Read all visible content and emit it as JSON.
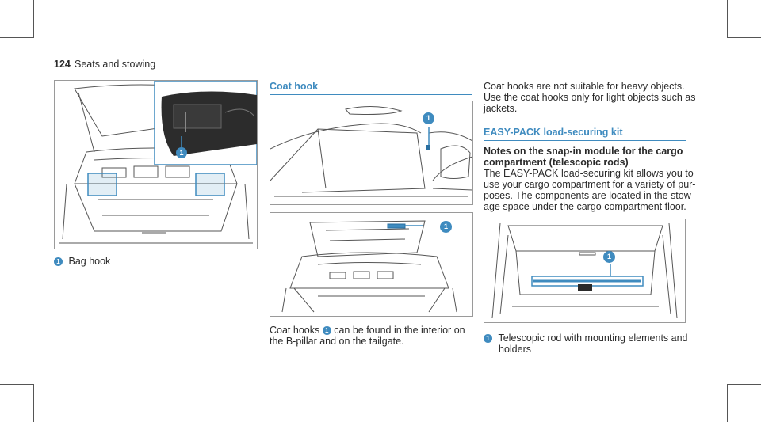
{
  "page": {
    "number": "124",
    "section": "Seats and stowing"
  },
  "left": {
    "figure_badge": "1",
    "caption_badge": "1",
    "caption": "Bag hook"
  },
  "middle": {
    "heading": "Coat hook",
    "figure1_badge": "1",
    "figure2_badge": "1",
    "body_pre": "Coat hooks",
    "body_badge": "1",
    "body_line1_post": "can be found in the interior on",
    "body_line2": "the B-pillar and on the tailgate."
  },
  "right": {
    "intro": [
      "Coat hooks are not suitable for heavy objects.",
      "Use the coat hooks only for light objects such as",
      "jackets."
    ],
    "heading": "EASY-PACK load-securing kit",
    "subheading": [
      "Notes on the snap-in module for the cargo",
      "compartment (telescopic rods)"
    ],
    "body": [
      "The EASY-PACK load-securing kit allows you to",
      "use your cargo compartment for a variety of pur-",
      "poses. The components are located in the stow-",
      "age space under the cargo compartment floor."
    ],
    "figure_badge": "1",
    "caption_badge": "1",
    "caption": [
      "Telescopic rod with mounting elements and",
      "holders"
    ]
  },
  "colors": {
    "accent": "#3f8bbf"
  }
}
